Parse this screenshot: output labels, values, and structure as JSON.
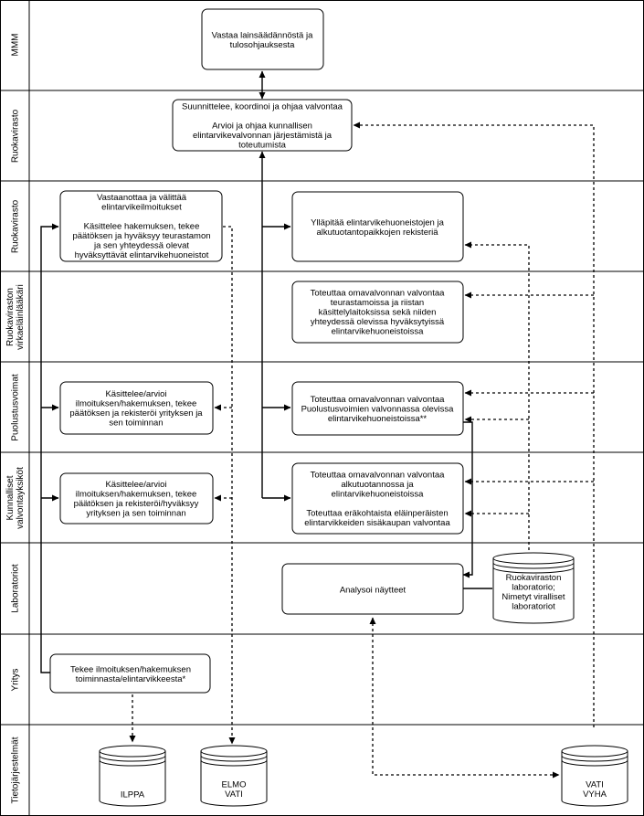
{
  "lanes": [
    {
      "label_lines": [
        "MMM"
      ]
    },
    {
      "label_lines": [
        "Ruokavirasto"
      ]
    },
    {
      "label_lines": [
        "Ruokavirasto"
      ]
    },
    {
      "label_lines": [
        "Ruokaviraston",
        "virkaeläinlääkäri"
      ]
    },
    {
      "label_lines": [
        "Puolustusvoimat"
      ]
    },
    {
      "label_lines": [
        "Kunnalliset",
        "valvontayksiköt"
      ]
    },
    {
      "label_lines": [
        "Laboratoriot"
      ]
    },
    {
      "label_lines": [
        "Yritys"
      ]
    },
    {
      "label_lines": [
        "Tietojärjestelmät"
      ]
    }
  ],
  "boxes": {
    "mmm_responsible": [
      "Vastaa lainsäädännöstä ja",
      "tulosohjauksesta"
    ],
    "rv_plan": [
      "Suunnittelee, koordinoi ja ohjaa valvontaa",
      "",
      "Arvioi ja ohjaa kunnallisen",
      "elintarvikevalvonnan järjestämistä ja",
      "toteutumista"
    ],
    "rv_receive": [
      "Vastaanottaa ja välittää",
      "elintarvikeilmoitukset",
      "",
      "Käsittelee hakemuksen, tekee",
      "päätöksen ja hyväksyy teurastamon",
      "ja sen yhteydessä olevat",
      "hyväksyttävät elintarvikehuoneistot"
    ],
    "rv_register": [
      "Ylläpitää elintarvikehuoneistojen ja",
      "alkutuotantopaikkojen rekisteriä"
    ],
    "vet_control": [
      "Toteuttaa omavalvonnan valvontaa",
      "teurastamoissa ja riistan",
      "käsittelylaitoksissa sekä niiden",
      "yhteydessä olevissa hyväksytyissä",
      "elintarvikehuoneistoissa"
    ],
    "pv_handle": [
      "Käsittelee/arvioi",
      "ilmoituksen/hakemuksen, tekee",
      "päätöksen ja rekisteröi yrityksen ja",
      "sen toiminnan"
    ],
    "pv_control": [
      "Toteuttaa omavalvonnan valvontaa",
      "Puolustusvoimien valvonnassa olevissa",
      "elintarvikehuoneistoissa**"
    ],
    "kv_handle": [
      "Käsittelee/arvioi",
      "ilmoituksen/hakemuksen, tekee",
      "päätöksen ja rekisteröi/hyväksyy",
      "yrityksen ja sen toiminnan"
    ],
    "kv_control": [
      "Toteuttaa omavalvonnan valvontaa",
      "alkutuotannossa ja",
      "elintarvikehuoneistoissa",
      "",
      "Toteuttaa eräkohtaista eläinperäisten",
      "elintarvikkeiden sisäkaupan valvontaa"
    ],
    "lab_analyze": [
      "Analysoi näytteet"
    ],
    "company_apply": [
      "Tekee ilmoituksen/hakemuksen",
      "toiminnasta/elintarvikkeesta*"
    ]
  },
  "databases": {
    "lab_db": [
      "Ruokaviraston",
      "laboratorio;",
      "Nimetyt viralliset",
      "laboratoriot"
    ],
    "ilppa": [
      "ILPPA"
    ],
    "elmo": [
      "ELMO",
      "VATI"
    ],
    "vati": [
      "VATI",
      "VYHA"
    ]
  }
}
